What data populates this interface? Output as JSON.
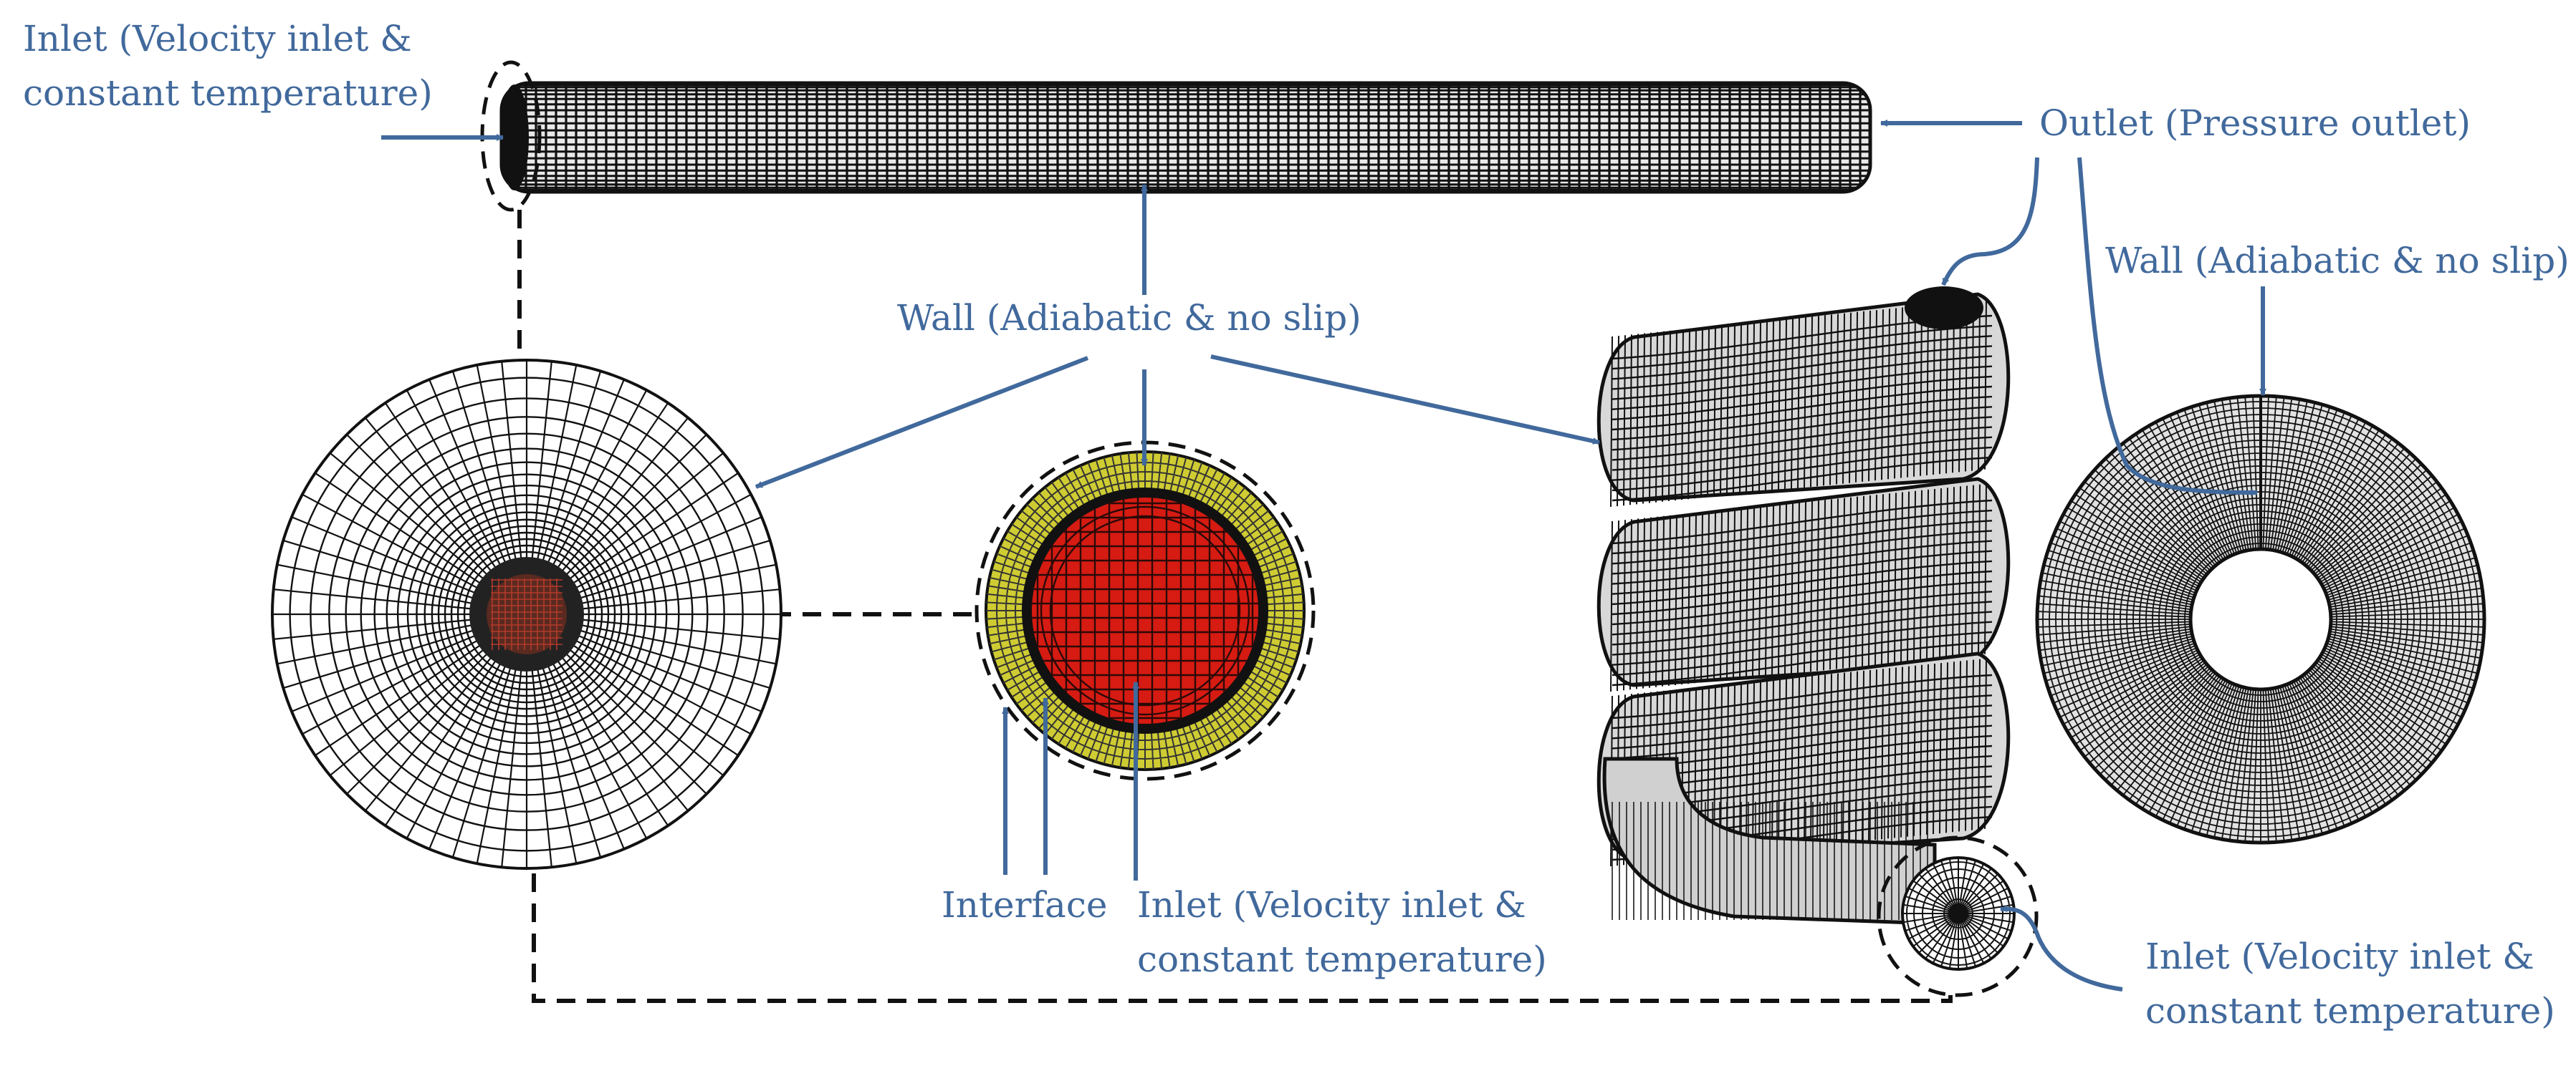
{
  "colors": {
    "label": "#41699c",
    "arrow": "#41699c",
    "mesh": "#111111",
    "fluid_fill": "#d61b12",
    "solid_fill": "#cfcc33",
    "dash": "#111111"
  },
  "labels": {
    "inlet_top": [
      "Inlet (Velocity inlet &",
      "constant temperature)"
    ],
    "outlet": "Outlet (Pressure outlet)",
    "wall_center": "Wall (Adiabatic & no slip)",
    "wall_right": "Wall (Adiabatic & no slip)",
    "interface": "Interface",
    "inlet_center": [
      "Inlet (Velocity inlet &",
      "constant temperature)"
    ],
    "inlet_bottom_right": [
      "Inlet (Velocity inlet &",
      "constant temperature)"
    ]
  },
  "views": {
    "straight_tube": "straight-tube-mesh",
    "cross_section_full": "cross-section-mesh",
    "cross_section_detail": "inlet-detail-mesh",
    "helical_coil": "helical-coil-mesh",
    "coil_top_view": "coil-top-view-mesh"
  }
}
